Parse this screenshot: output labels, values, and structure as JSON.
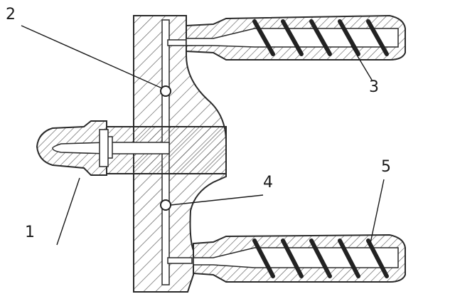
{
  "callouts": [
    {
      "id": "1",
      "text": "1"
    },
    {
      "id": "2",
      "text": "2"
    },
    {
      "id": "3",
      "text": "3"
    },
    {
      "id": "4",
      "text": "4"
    },
    {
      "id": "5",
      "text": "5"
    }
  ],
  "colors": {
    "stroke": "#2a2a2a",
    "hatch": "#555555",
    "background": "#ffffff"
  }
}
